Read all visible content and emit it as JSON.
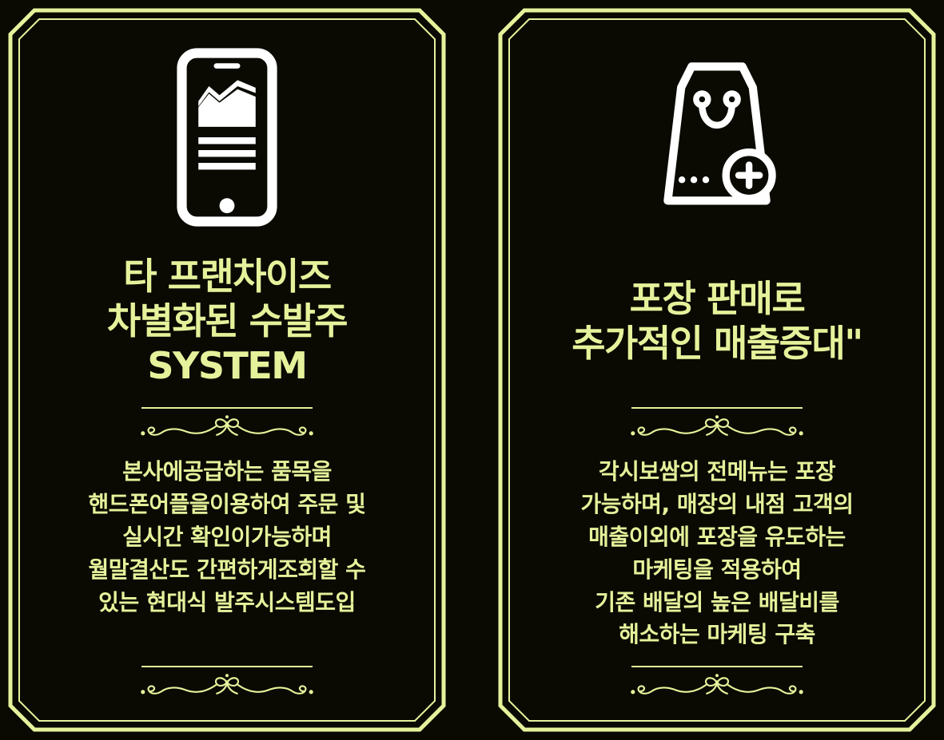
{
  "theme": {
    "background_color": "#0a0a02",
    "accent_color": "#e6f29b",
    "icon_color": "#ffffff"
  },
  "panels": [
    {
      "id": "order-system",
      "icon": "smartphone-chart-icon",
      "title_lines": [
        "타 프랜차이즈",
        "차별화된 수발주",
        "SYSTEM"
      ],
      "body_lines": [
        "본사에공급하는 품목을",
        "핸드폰어플을이용하여 주문 및",
        "실시간 확인이가능하며",
        "월말결산도 간편하게조회할 수",
        "있는 현대식 발주시스템도입"
      ]
    },
    {
      "id": "takeout-sales",
      "icon": "shopping-bag-plus-icon",
      "title_lines": [
        "포장 판매로",
        "추가적인 매출증대\""
      ],
      "body_lines": [
        "각시보쌈의 전메뉴는 포장",
        "가능하며, 매장의 내점 고객의",
        "매출이외에 포장을 유도하는",
        "마케팅을 적용하여",
        "기존 배달의 높은 배달비를",
        "해소하는 마케팅 구축"
      ]
    }
  ]
}
